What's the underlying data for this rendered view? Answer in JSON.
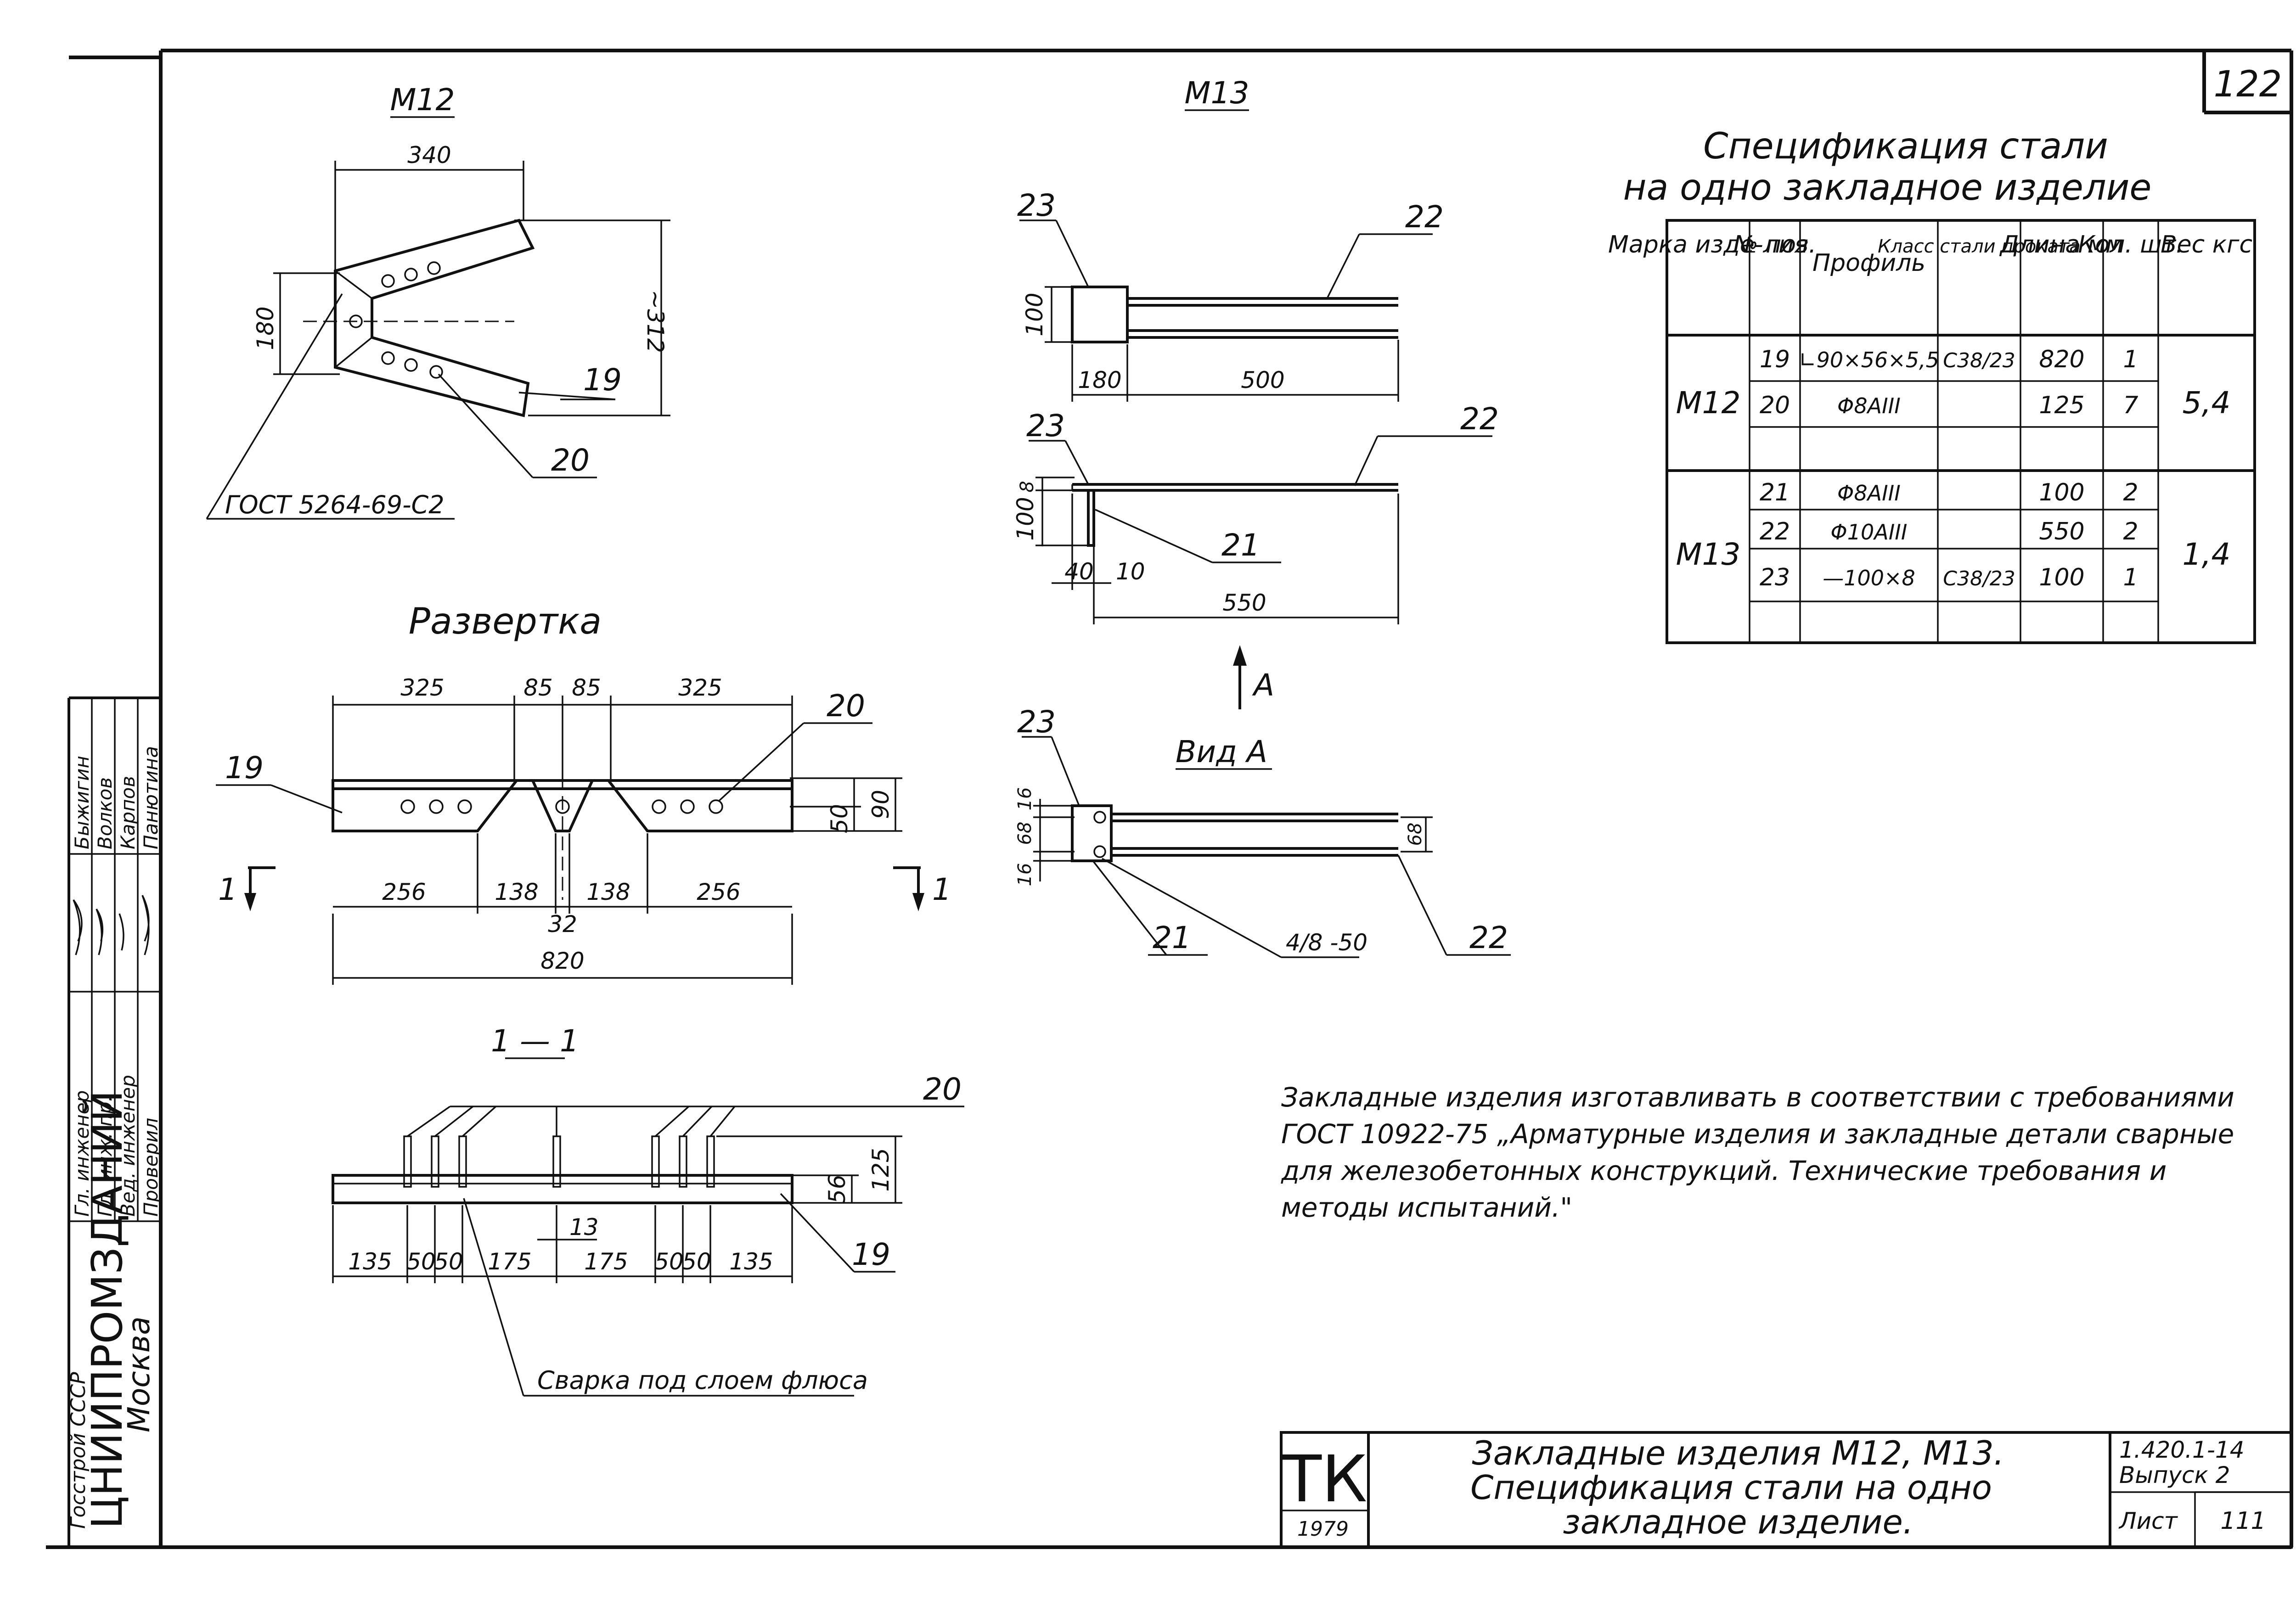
{
  "sheet_number": "122",
  "views": {
    "m12": {
      "title": "М12",
      "dims": {
        "top": "340",
        "left": "180",
        "right": "~312"
      },
      "callouts": {
        "pos19": "19",
        "pos20": "20",
        "gost": "ГОСТ 5264-69-С2"
      }
    },
    "m13": {
      "title": "М13",
      "top_view": {
        "pos23": "23",
        "pos22": "22",
        "dim_h": "100",
        "dim_180": "180",
        "dim_500": "500"
      },
      "side_view": {
        "pos23": "23",
        "pos22": "22",
        "pos21": "21",
        "dim_8": "8",
        "dim_100": "100",
        "dim_40": "40",
        "dim_10": "10",
        "dim_550": "550"
      },
      "arrow_label": "А"
    },
    "razvertka": {
      "title": "Развертка",
      "top_dims": [
        "325",
        "85",
        "85",
        "325"
      ],
      "bottom_dims": [
        "256",
        "138",
        "138",
        "256"
      ],
      "mid_dim": "32",
      "total": "820",
      "right_dims": {
        "d50": "50",
        "d90": "90"
      },
      "pos19": "19",
      "pos20": "20",
      "section_mark": "1"
    },
    "vid_a": {
      "title": "Вид А",
      "pos23": "23",
      "pos21": "21",
      "pos22": "22",
      "dims": {
        "d16a": "16",
        "d68": "68",
        "d16b": "16",
        "d68r": "68"
      },
      "weld": "4/8 -50"
    },
    "section_1_1": {
      "title": "1 — 1",
      "pos20": "20",
      "pos19": "19",
      "dims": [
        "135",
        "50",
        "50",
        "175",
        "175",
        "50",
        "50",
        "135"
      ],
      "dim_13": "13",
      "right_dims": {
        "d56": "56",
        "d125": "125"
      },
      "weld_note": "Сварка под слоем флюса"
    }
  },
  "specification": {
    "title_line1": "Спецификация стали",
    "title_line2": "на одно закладное изделие",
    "headers": [
      "Марка изде-лия",
      "№ поз.",
      "Профиль",
      "Класс стали проката",
      "Длина мм",
      "Кол. шт.",
      "Вес кгс"
    ],
    "groups": [
      {
        "mark": "М12",
        "weight": "5,4",
        "rows": [
          {
            "pos": "19",
            "profile": "∟90×56×5,5",
            "cls": "С38/23",
            "len": "820",
            "qty": "1"
          },
          {
            "pos": "20",
            "profile": "Φ8АIII",
            "cls": "",
            "len": "125",
            "qty": "7"
          },
          {
            "pos": "",
            "profile": "",
            "cls": "",
            "len": "",
            "qty": ""
          }
        ]
      },
      {
        "mark": "М13",
        "weight": "1,4",
        "rows": [
          {
            "pos": "21",
            "profile": "Φ8АIII",
            "cls": "",
            "len": "100",
            "qty": "2"
          },
          {
            "pos": "22",
            "profile": "Φ10АIII",
            "cls": "",
            "len": "550",
            "qty": "2"
          },
          {
            "pos": "23",
            "profile": "—100×8",
            "cls": "С38/23",
            "len": "100",
            "qty": "1"
          },
          {
            "pos": "",
            "profile": "",
            "cls": "",
            "len": "",
            "qty": ""
          }
        ]
      }
    ]
  },
  "note": {
    "line1": "Закладные изделия изготавливать в соответствии с требованиями",
    "line2": "ГОСТ 10922-75 „Арматурные изделия и закладные детали сварные",
    "line3": "для железобетонных конструкций. Технические требования и",
    "line4": "методы испытаний.\""
  },
  "title_block": {
    "logo": "ТК",
    "year": "1979",
    "title_line1": "Закладные изделия М12, М13.",
    "title_line2": "Спецификация стали на одно",
    "title_line3": "закладное изделие.",
    "code": "1.420.1-14",
    "issue": "Выпуск 2",
    "sheet_label": "Лист",
    "sheet": "111"
  },
  "side_stamp": {
    "org": "ЦНИИПРОМЗДАНИЙ",
    "city": "Москва",
    "org_top": "Госстрой СССР",
    "roles": [
      "Гл. инженер",
      "Гл. инж. пр.",
      "Вед. инженер",
      "Проверил"
    ],
    "names": [
      "Быжигин",
      "Волков",
      "Карпов",
      "Панютина"
    ]
  }
}
